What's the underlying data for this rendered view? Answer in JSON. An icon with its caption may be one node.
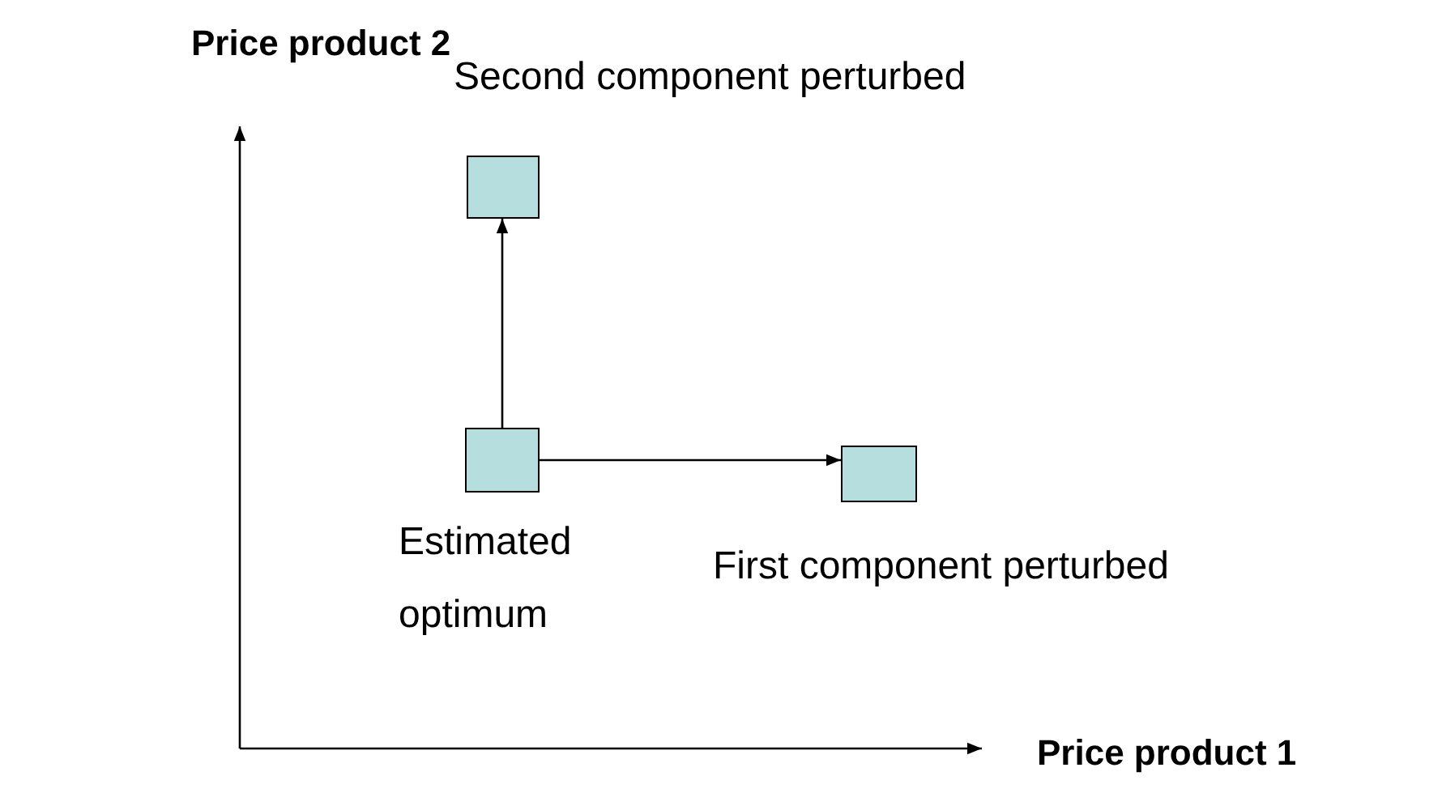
{
  "diagram": {
    "nodes": [
      {
        "text": [],
        "shape": "box",
        "beside": [
          "Second component perturbed"
        ]
      },
      {
        "text": [],
        "shape": "box",
        "beside": [
          "Estimated optimum"
        ]
      },
      {
        "text": [],
        "shape": "box",
        "beside": [
          "First component perturbed"
        ]
      }
    ],
    "edges": [
      {
        "from": 1,
        "to": 0,
        "arrow": "to"
      },
      {
        "from": 1,
        "to": 2,
        "arrow": "to"
      }
    ],
    "labels": [
      "Price product 2",
      "Price product 1"
    ]
  }
}
